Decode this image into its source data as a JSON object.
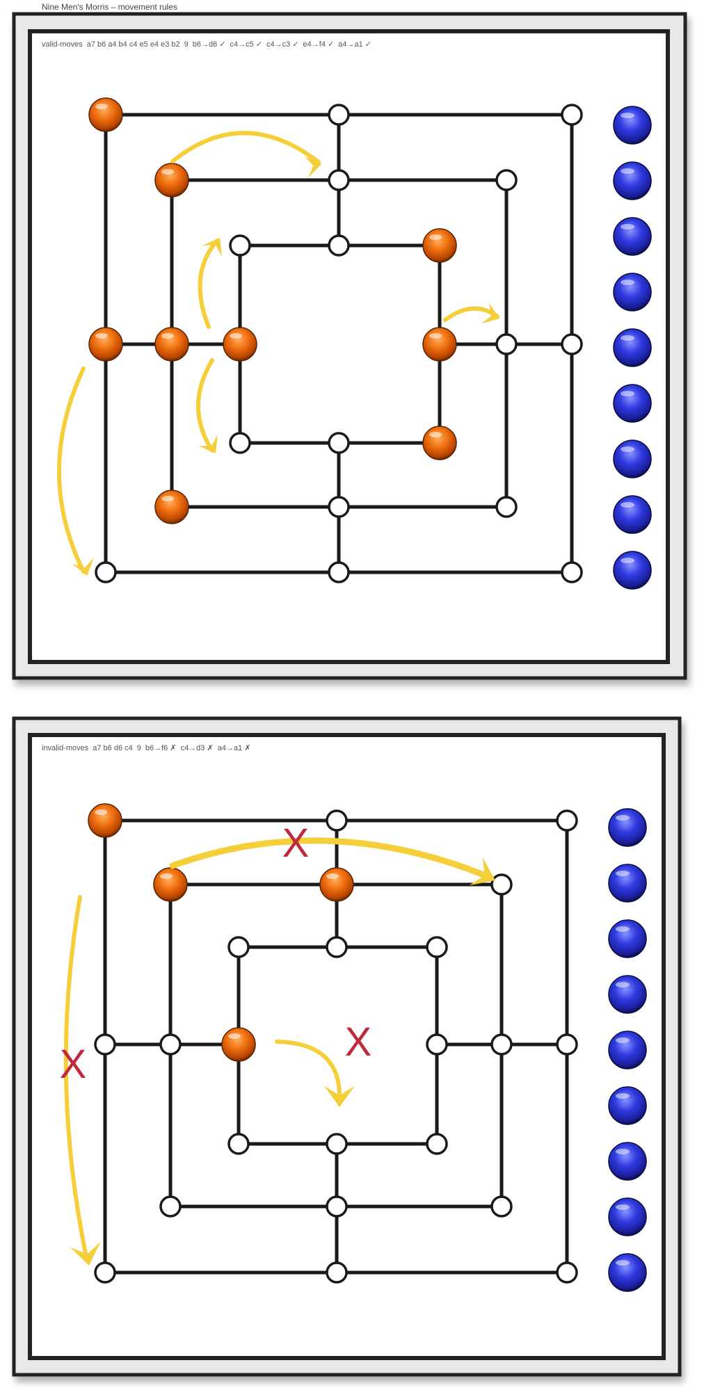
{
  "title": "Nine Men's Morris – movement rules",
  "colors": {
    "line": "#1a1a1a",
    "node_fill": "#ffffff",
    "orange_piece": "#e8650c",
    "blue_piece": "#2a35d8",
    "arrow": "#f5cf3a",
    "invalid_mark": "#c0283c",
    "frame": "#222222"
  },
  "boards": [
    {
      "name": "valid-moves",
      "orange_pieces": [
        "a7",
        "b6",
        "a4",
        "b4",
        "c4",
        "e5",
        "e4",
        "e3",
        "b2"
      ],
      "blue_reserve_count": 9,
      "arrows": [
        {
          "from": "b6",
          "to": "d6",
          "valid": true
        },
        {
          "from": "c4",
          "to": "c5",
          "valid": true
        },
        {
          "from": "c4",
          "to": "c3",
          "valid": true
        },
        {
          "from": "e4",
          "to": "f4",
          "valid": true
        },
        {
          "from": "a4",
          "to": "a1",
          "valid": true
        }
      ],
      "marks": []
    },
    {
      "name": "invalid-moves",
      "orange_pieces": [
        "a7",
        "b6",
        "d6",
        "c4"
      ],
      "blue_reserve_count": 9,
      "arrows": [
        {
          "from": "b6",
          "to": "f6",
          "valid": false
        },
        {
          "from": "c4",
          "to": "d3",
          "valid": false
        },
        {
          "from": "a4",
          "to": "a1",
          "valid": false
        }
      ],
      "marks": [
        "X",
        "X",
        "X"
      ]
    }
  ]
}
